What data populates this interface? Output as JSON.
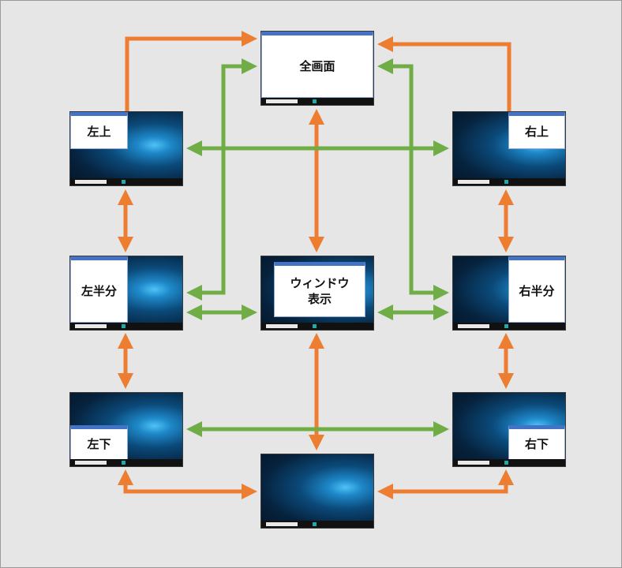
{
  "colors": {
    "orange": "#ed7d31",
    "green": "#70ad47",
    "window_bar": "#4472c4",
    "background": "#e6e6e6"
  },
  "labels": {
    "full": "全画面",
    "top_left": "左上",
    "top_right": "右上",
    "left_half": "左半分",
    "right_half": "右半分",
    "window_line1": "ウィンドウ",
    "window_line2": "表示",
    "bottom_left": "左下",
    "bottom_right": "右下"
  }
}
